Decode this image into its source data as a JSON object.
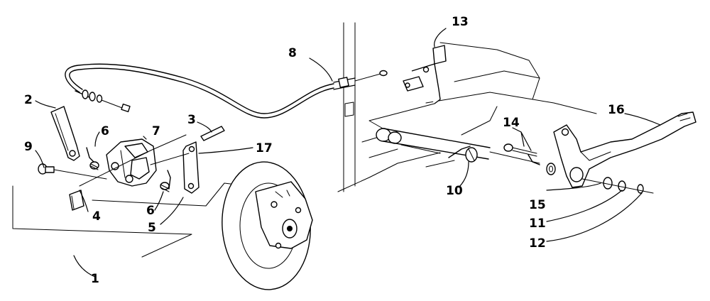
{
  "callouts": [
    {
      "id": "1",
      "text": "1"
    },
    {
      "id": "2",
      "text": "2"
    },
    {
      "id": "3",
      "text": "3"
    },
    {
      "id": "4",
      "text": "4"
    },
    {
      "id": "5",
      "text": "5"
    },
    {
      "id": "6a",
      "text": "6"
    },
    {
      "id": "6b",
      "text": "6"
    },
    {
      "id": "7",
      "text": "7"
    },
    {
      "id": "8",
      "text": "8"
    },
    {
      "id": "9",
      "text": "9"
    },
    {
      "id": "10",
      "text": "10"
    },
    {
      "id": "11",
      "text": "11"
    },
    {
      "id": "12",
      "text": "12"
    },
    {
      "id": "13",
      "text": "13"
    },
    {
      "id": "14",
      "text": "14"
    },
    {
      "id": "15",
      "text": "15"
    },
    {
      "id": "16",
      "text": "16"
    },
    {
      "id": "17",
      "text": "17"
    }
  ]
}
